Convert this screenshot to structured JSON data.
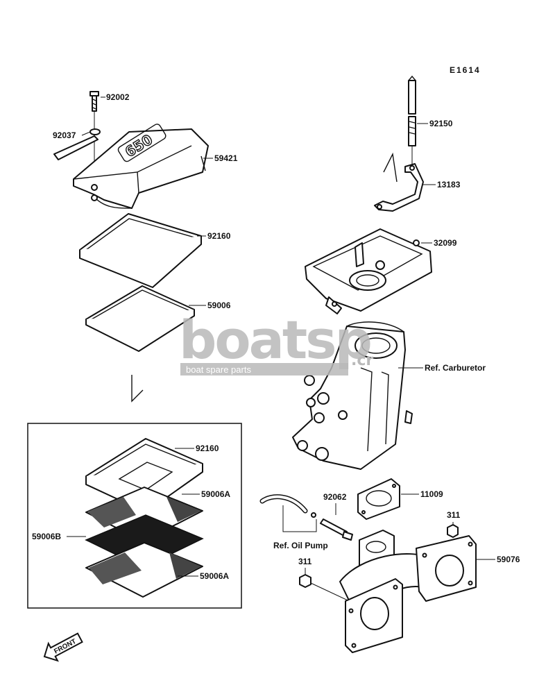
{
  "diagram_code": "E1614",
  "labels": {
    "bolt_top": "92002",
    "rod": "92037",
    "cover": "59421",
    "bolt_long": "92150",
    "bracket": "13183",
    "gasket_top": "92160",
    "case": "32099",
    "element": "59006",
    "carburetor": "Ref. Carburetor",
    "gasket_kit": "92160",
    "element_a1": "59006A",
    "element_b": "59006B",
    "element_a2": "59006A",
    "fitting": "92062",
    "gasket_small": "11009",
    "oil_pump": "Ref. Oil Pump",
    "nut_right": "311",
    "nut_left": "311",
    "manifold": "59076"
  },
  "watermark": {
    "brand": "boatsp",
    "suffix": ".cr",
    "tagline": "boat spare parts"
  },
  "front_arrow": "FRONT",
  "cover_emblem": "650"
}
